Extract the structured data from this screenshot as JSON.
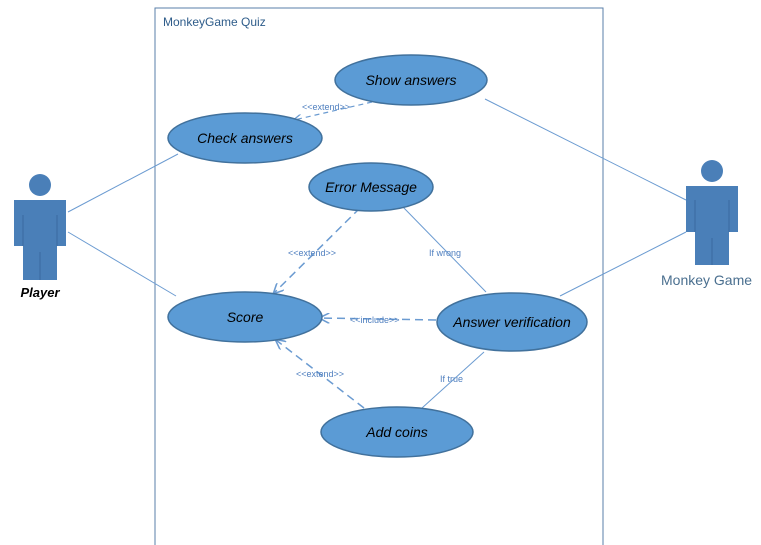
{
  "system": {
    "title": "MonkeyGame Quiz"
  },
  "actors": {
    "player": {
      "name": "Player"
    },
    "monkey_game": {
      "name": "Monkey Game"
    }
  },
  "use_cases": {
    "show_answers": "Show answers",
    "check_answers": "Check answers",
    "error_message": "Error Message",
    "score": "Score",
    "answer_verification": "Answer verification",
    "add_coins": "Add coins"
  },
  "relations": {
    "extend_show_check": "<<extend>>",
    "extend_error_score": "<<extend>>",
    "include_verification_score": "<<include>>",
    "extend_coins_score": "<<extend>>",
    "if_wrong": "If wrong",
    "if_true": "If true"
  },
  "colors": {
    "use_case_fill": "#5b9bd5",
    "use_case_stroke": "#41719c",
    "actor_fill": "#4a7fb8",
    "line": "#6b9bd1",
    "system_border": "#5a7fa8"
  }
}
